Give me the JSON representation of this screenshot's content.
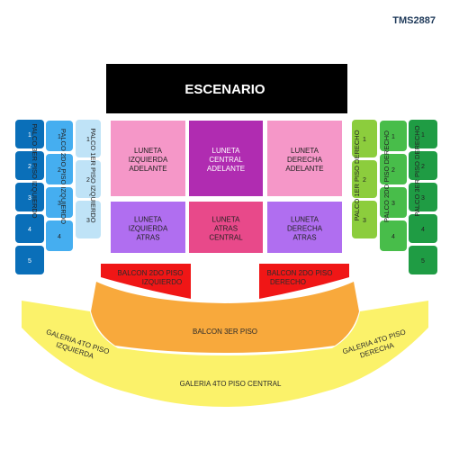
{
  "code": "TMS2887",
  "stage": "ESCENARIO",
  "luneta": {
    "izq_adelante": [
      "LUNETA",
      "IZQUIERDA",
      "ADELANTE"
    ],
    "central_adelante": [
      "LUNETA",
      "CENTRAL",
      "ADELANTE"
    ],
    "der_adelante": [
      "LUNETA",
      "DERECHA",
      "ADELANTE"
    ],
    "izq_atras": [
      "LUNETA",
      "IZQUIERDA",
      "ATRAS"
    ],
    "central_atras": [
      "LUNETA",
      "ATRAS",
      "CENTRAL"
    ],
    "der_atras": [
      "LUNETA",
      "DERECHA",
      "ATRAS"
    ]
  },
  "palcos": {
    "p1_izq": {
      "label": "PALCO 1ER PISO IZQUIERDO",
      "nums": [
        "1",
        "2",
        "3"
      ]
    },
    "p2_izq": {
      "label": "PALCO 2DO PISO IZQUIERDO",
      "nums": [
        "1",
        "2",
        "3",
        "4"
      ]
    },
    "p3_izq": {
      "label": "PALCO 3ER PISO IZQUIERDO",
      "nums": [
        "1",
        "2",
        "3",
        "4",
        "5"
      ]
    },
    "p1_der": {
      "label": "PALCO 1ER PISO DERECHO",
      "nums": [
        "1",
        "2",
        "3"
      ]
    },
    "p2_der": {
      "label": "PALCO 2DO PISO DERECHO",
      "nums": [
        "1",
        "2",
        "3",
        "4"
      ]
    },
    "p3_der": {
      "label": "PALCO 3ER PISO DERECHO",
      "nums": [
        "1",
        "2",
        "3",
        "4",
        "5"
      ]
    }
  },
  "balcon2_izq": [
    "BALCON 2DO PISO",
    "IZQUIERDO"
  ],
  "balcon2_der": [
    "BALCON 2DO PISO",
    "DERECHO"
  ],
  "balcon3": "BALCON 3ER PISO",
  "galeria_izq": [
    "GALERIA 4TO PISO",
    "IZQUIERDA"
  ],
  "galeria_central": "GALERIA 4TO PISO CENTRAL",
  "galeria_der": [
    "GALERIA 4TO PISO",
    "DERECHA"
  ],
  "colors": {
    "stage": "#000000",
    "luneta_adelante": "#f597c8",
    "luneta_central_adelante": "#b02cb1",
    "luneta_atras": "#b06ef0",
    "luneta_central_atras": "#e8498a",
    "p1": "#bfe3f7",
    "p2": "#45aef0",
    "p3": "#0a6fb9",
    "p1_der": "#8ccd3d",
    "p2_der": "#48bd4a",
    "p3_der": "#1f9c44",
    "balcon2": "#f01616",
    "balcon3": "#f8a93c",
    "galeria": "#fbf26a"
  }
}
